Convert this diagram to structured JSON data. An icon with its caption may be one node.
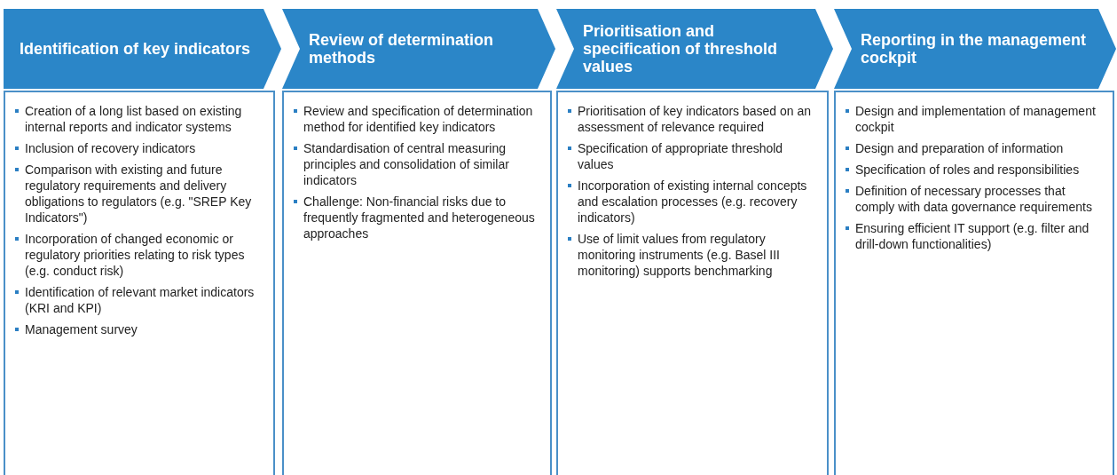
{
  "diagram": {
    "nodes": [
      {
        "text": [
          "Identification of key indicators"
        ]
      },
      {
        "text": [
          "Creation of a long list based on existing internal reports and indicator systems",
          "Inclusion of recovery indicators",
          "Comparison with existing and future regulatory requirements and delivery obligations to regulators (e.g. \"SREP Key Indicators\")",
          "Incorporation of changed economic or regulatory priorities relating to risk types (e.g. conduct risk)",
          "Identification of relevant market indicators (KRI and KPI)",
          "Management survey"
        ]
      },
      {
        "text": [
          "Review of determination methods"
        ]
      },
      {
        "text": [
          "Review and specification of determination method for identified key indicators",
          "Standardisation of central measuring principles and consolidation of similar indicators",
          "Challenge: Non-financial risks due to frequently fragmented and heterogeneous approaches"
        ]
      },
      {
        "text": [
          "Prioritisation and specification of threshold values"
        ]
      },
      {
        "text": [
          "Prioritisation of key indicators based on an assessment of relevance required",
          "Specification of appropriate threshold values",
          "Incorporation of existing internal concepts and escalation processes (e.g. recovery indicators)",
          "Use of limit values from regulatory monitoring instruments (e.g. Basel III monitoring) supports benchmarking"
        ]
      },
      {
        "text": [
          "Reporting in the management cockpit"
        ]
      },
      {
        "text": [
          "Design and implementation of management cockpit",
          "Design and preparation of information",
          "Specification of roles and responsibilities",
          "Definition of necessary processes that comply with data governance requirements",
          "Ensuring efficient IT support (e.g. filter and drill-down functionalities)"
        ]
      }
    ]
  }
}
